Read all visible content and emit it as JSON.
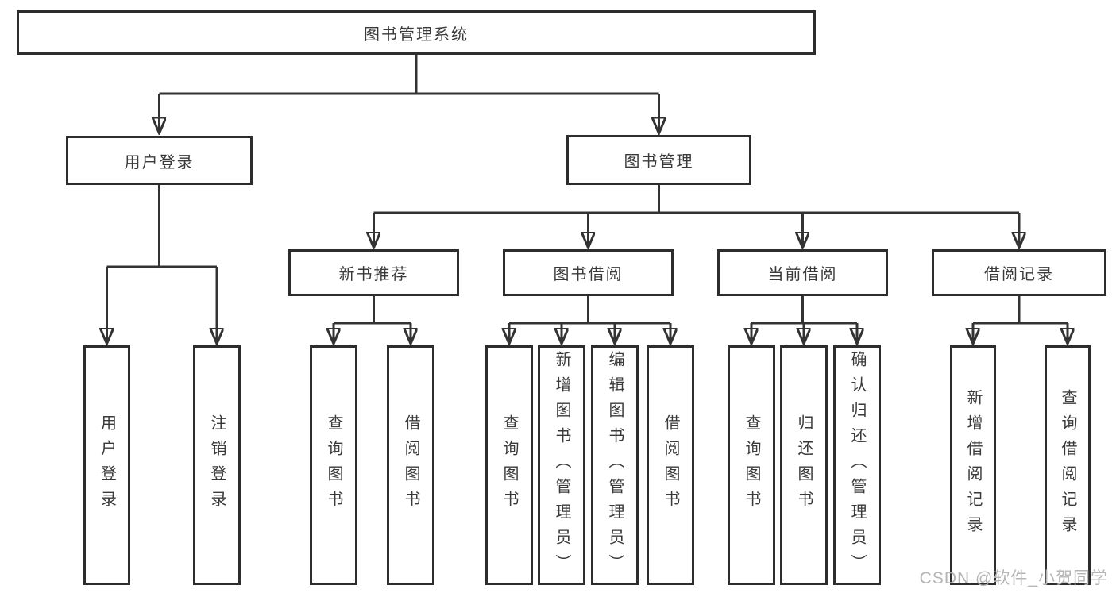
{
  "diagram": {
    "root": {
      "label": "图书管理系统"
    },
    "level2": [
      {
        "label": "用户登录"
      },
      {
        "label": "图书管理"
      }
    ],
    "level3": [
      {
        "label": "新书推荐"
      },
      {
        "label": "图书借阅"
      },
      {
        "label": "当前借阅"
      },
      {
        "label": "借阅记录"
      }
    ],
    "leaves": {
      "user_login": [
        "用户登录",
        "注销登录"
      ],
      "new_book": [
        "查询图书",
        "借阅图书"
      ],
      "book_borrow": [
        "查询图书",
        "新增图书（管理员）",
        "编辑图书（管理员）",
        "借阅图书"
      ],
      "current_borrow": [
        "查询图书",
        "归还图书",
        "确认归还（管理员）"
      ],
      "borrow_record": [
        "新增借阅记录",
        "查询借阅记录"
      ]
    }
  },
  "watermark": "CSDN @软件_小贺同学",
  "colors": {
    "line": "#333333",
    "box-border": "#2d2d2d",
    "text": "#3a3a3a",
    "watermark": "#b5b5b5",
    "background": "#ffffff"
  }
}
